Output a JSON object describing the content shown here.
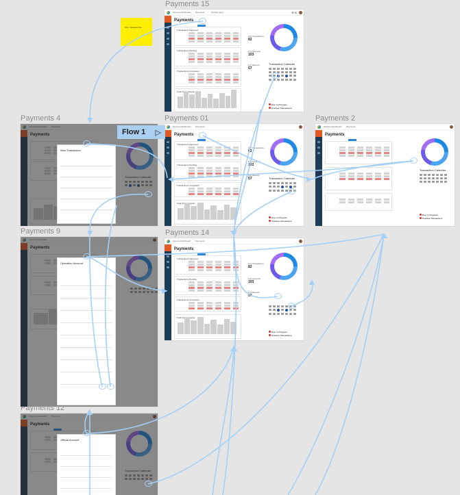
{
  "canvas": {
    "background": "#e5e5e5",
    "accent": "#a9cff1",
    "arrow_color": "#a6cff5"
  },
  "frames": [
    {
      "id": "payments-15",
      "title": "Payments 15"
    },
    {
      "id": "payments-4",
      "title": "Payments 4"
    },
    {
      "id": "payments-01",
      "title": "Payments 01"
    },
    {
      "id": "payments-2",
      "title": "Payments 2"
    },
    {
      "id": "payments-9",
      "title": "Payments 9"
    },
    {
      "id": "payments-14",
      "title": "Payments 14"
    },
    {
      "id": "payments-12",
      "title": "Payments 12"
    }
  ],
  "app": {
    "breadcrumb_home": "Finance Dashboard",
    "breadcrumb_current": "Payments",
    "breadcrumb_extra": "Pending apps",
    "page_title": "Payments",
    "sections": [
      "Transactions Approved",
      "Transactions Pending",
      "Transactions Completed",
      "Cash Flow Analysis"
    ],
    "kpis": [
      {
        "label": "# of Transactions",
        "value": "82"
      },
      {
        "label": "# of Accounts",
        "value": "103"
      },
      {
        "label": "# of Reports",
        "value": "57"
      }
    ],
    "calendar_title": "Transaction Calendar",
    "legend": [
      "Due: In Progress",
      "Overdue Transactions"
    ]
  },
  "modals": {
    "new_transaction": "New Transaction",
    "operation_account": "Operation Account",
    "official_account": "Official Account"
  },
  "flow": {
    "label": "Flow 1",
    "icon": "play-icon"
  },
  "sticky_note": {
    "text": "Note: Transaction flow"
  }
}
